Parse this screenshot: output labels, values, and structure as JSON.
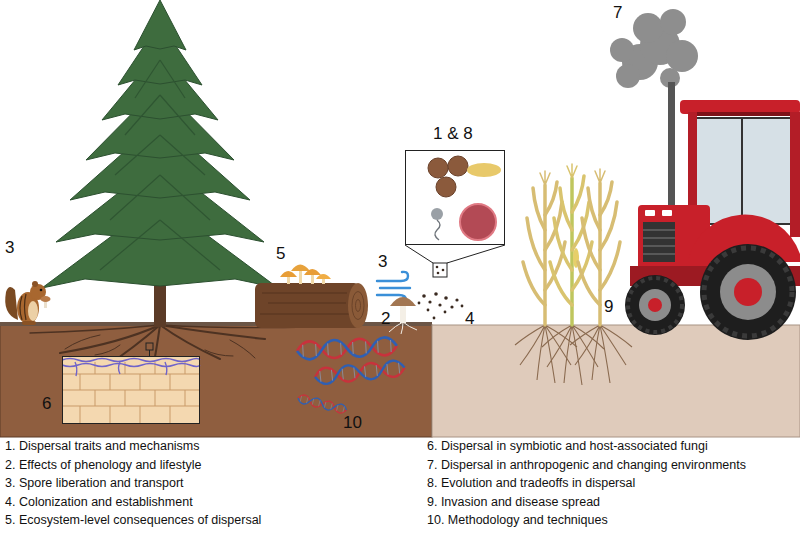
{
  "diagram": {
    "nodes": [
      {
        "text": [
          "1 & 8"
        ]
      },
      {
        "text": [
          "6"
        ]
      }
    ],
    "labels": [
      "3",
      "5",
      "3",
      "2",
      "4",
      "7",
      "9",
      "10",
      "1. Dispersal traits and mechanisms",
      "2. Effects of phenology and lifestyle",
      "3. Spore liberation and transport",
      "4. Colonization and establishment",
      "5. Ecosystem-level consequences of dispersal",
      "6. Dispersal in symbiotic and host-associated fungi",
      "7. Dispersal in anthropogenic and changing environments",
      "8. Evolution and tradeoffs in dispersal",
      "9. Invasion and disease spread",
      "10. Methodology and techniques"
    ]
  }
}
